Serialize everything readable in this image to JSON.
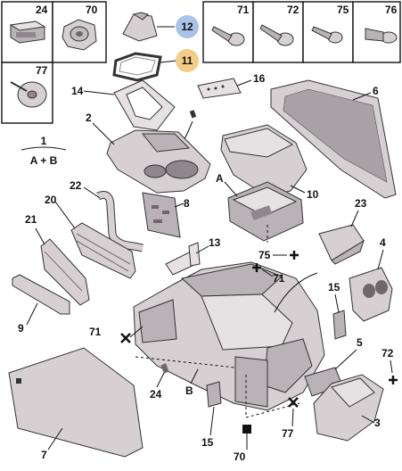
{
  "colors": {
    "callout_blue": "#a9c4e8",
    "callout_orange": "#f3cc86",
    "part_fill": "#d6d0d3"
  },
  "labels": {
    "b24": "24",
    "b70": "70",
    "b77": "77",
    "b71": "71",
    "b72": "72",
    "b75": "75",
    "b76": "76",
    "c12": "12",
    "c11": "11",
    "p14": "14",
    "p16": "16",
    "p6": "6",
    "formula_top": "1",
    "formula_bottom": "A + B",
    "p2": "2",
    "p10": "10",
    "pA": "A",
    "p22": "22",
    "p8": "8",
    "p20": "20",
    "p21": "21",
    "p23": "23",
    "p13": "13",
    "p75": "75",
    "p4": "4",
    "p71a": "71",
    "p15a": "15",
    "p9": "9",
    "p71b": "71",
    "p5": "5",
    "p72": "72",
    "p24": "24",
    "pB": "B",
    "p3": "3",
    "p7": "7",
    "p15b": "15",
    "p70": "70",
    "p77": "77"
  }
}
